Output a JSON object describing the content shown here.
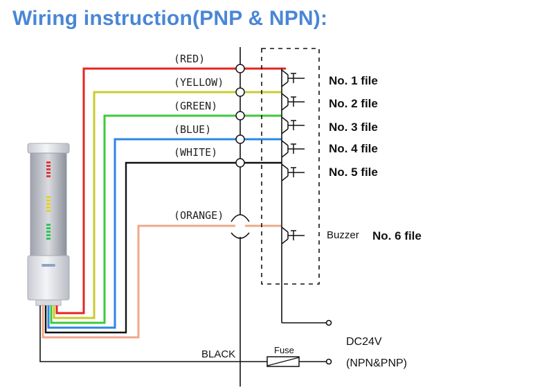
{
  "title": "Wiring instruction(PNP & NPN):",
  "wires": [
    {
      "label": "(RED)",
      "color": "#e52420"
    },
    {
      "label": "(YELLOW)",
      "color": "#c9cc2c"
    },
    {
      "label": "(GREEN)",
      "color": "#3ec93c"
    },
    {
      "label": "(BLUE)",
      "color": "#2b86e4"
    },
    {
      "label": "(WHITE)",
      "color": "#111111"
    },
    {
      "label": "(ORANGE)",
      "color": "#f0a88a"
    }
  ],
  "files": [
    {
      "label": "No. 1 file"
    },
    {
      "label": "No. 2 file"
    },
    {
      "label": "No. 3 file"
    },
    {
      "label": "No. 4 file"
    },
    {
      "label": "No. 5 file"
    }
  ],
  "buzzer": {
    "prefix": "Buzzer",
    "label": "No. 6 file"
  },
  "common": {
    "label": "BLACK"
  },
  "fuse": {
    "label": "Fuse"
  },
  "power": {
    "voltage": "DC24V",
    "type": "(NPN&PNP)"
  }
}
